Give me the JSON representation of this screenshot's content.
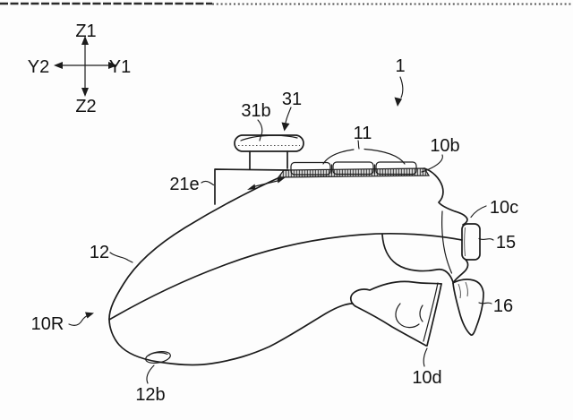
{
  "figure": {
    "background": "#fdfdfd",
    "ink_color": "#1c1c1c",
    "hatch_color": "#4a4a4a"
  },
  "axes": {
    "up": "Z1",
    "down": "Z2",
    "left": "Y2",
    "right": "Y1"
  },
  "labels": {
    "ref_1": "1",
    "ref_31b": "31b",
    "ref_31": "31",
    "ref_11": "11",
    "ref_10b": "10b",
    "ref_21e": "21e",
    "ref_10c": "10c",
    "ref_15": "15",
    "ref_12": "12",
    "ref_16": "16",
    "ref_10R": "10R",
    "ref_10d": "10d",
    "ref_12b": "12b"
  }
}
